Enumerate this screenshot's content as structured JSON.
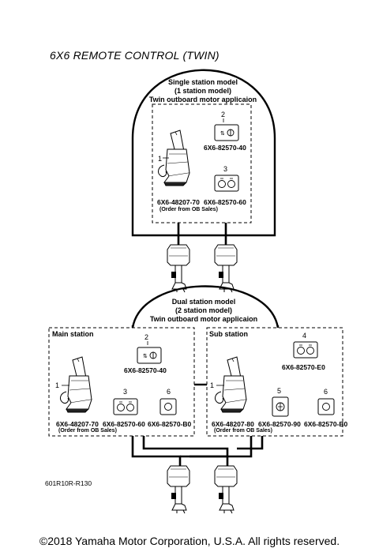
{
  "title": "6X6 REMOTE CONTROL (TWIN)",
  "single": {
    "header": [
      "Single station model",
      "(1 station model)",
      "Twin outboard motor applicaion"
    ],
    "items": [
      {
        "num": "1",
        "part": "6X6-48207-70",
        "note": "(Order from OB Sales)"
      },
      {
        "num": "2",
        "part": "6X6-82570-40"
      },
      {
        "num": "3",
        "part": "6X6-82570-60"
      }
    ]
  },
  "dual": {
    "header": [
      "Dual station model",
      "(2 station model)",
      "Twin outboard motor applicaion"
    ],
    "main": {
      "label": "Main station",
      "items": [
        {
          "num": "1",
          "part": "6X6-48207-70",
          "note": "(Order from OB Sales)"
        },
        {
          "num": "2",
          "part": "6X6-82570-40"
        },
        {
          "num": "3",
          "part": "6X6-82570-60"
        },
        {
          "num": "6",
          "part": "6X6-82570-B0"
        }
      ]
    },
    "sub": {
      "label": "Sub station",
      "items": [
        {
          "num": "1",
          "part": "6X6-48207-80",
          "note": "(Order from OB Sales)"
        },
        {
          "num": "4",
          "part": "6X6-82570-E0"
        },
        {
          "num": "5",
          "part": "6X6-82570-90"
        },
        {
          "num": "6",
          "part": "6X6-82570-B0"
        }
      ]
    }
  },
  "diagram_code": "601R10R-R130",
  "copyright": "©2018 Yamaha Motor Corporation, U.S.A. All rights reserved."
}
